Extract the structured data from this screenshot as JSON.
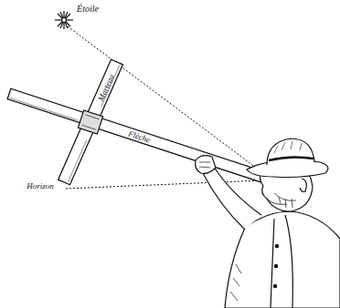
{
  "diagram": {
    "labels": [
      "Étoile",
      "Marteau",
      "Flèche",
      "Horizon"
    ]
  }
}
